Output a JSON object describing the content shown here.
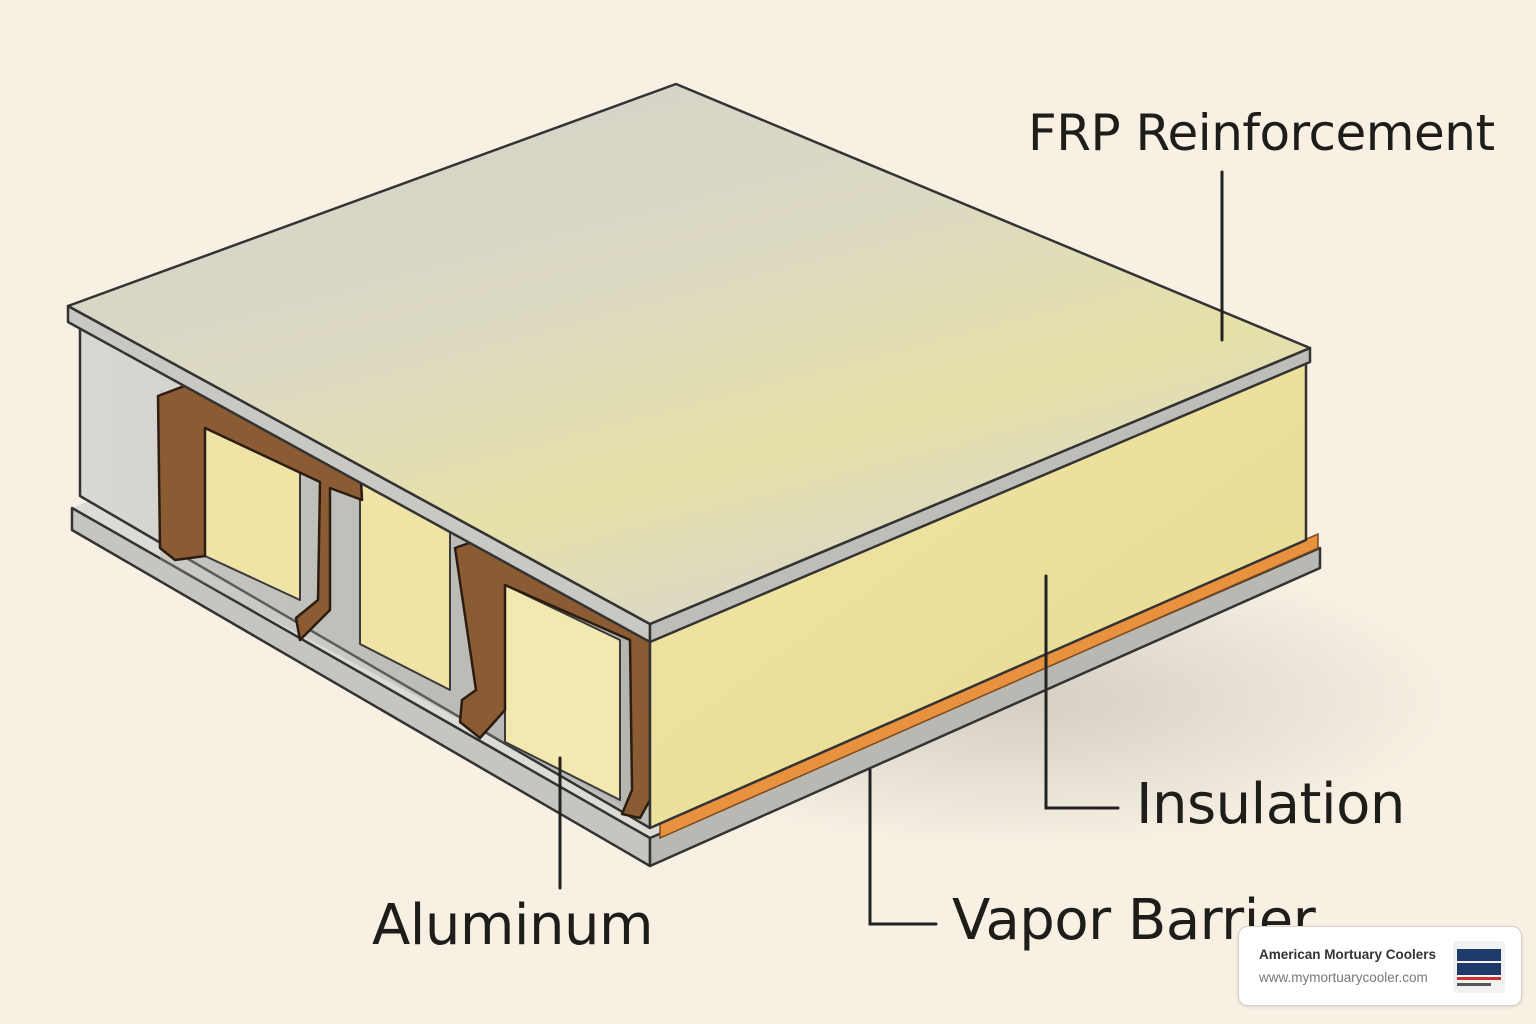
{
  "labels": {
    "frp": "FRP Reinforcement",
    "insulation": "Insulation",
    "vapor_barrier": "Vapor Barrier",
    "aluminum": "Aluminum"
  },
  "watermark": {
    "company": "American Mortuary Coolers",
    "url": "www.mymortuarycooler.com"
  },
  "colors": {
    "background": "#f7f0e3",
    "frp_top": "#d6d4cc",
    "insulation": "#efe29e",
    "vapor_barrier": "#e8913f",
    "aluminum": "#cfcfcc",
    "channel": "#8a5a33",
    "leader_line": "#222222"
  }
}
